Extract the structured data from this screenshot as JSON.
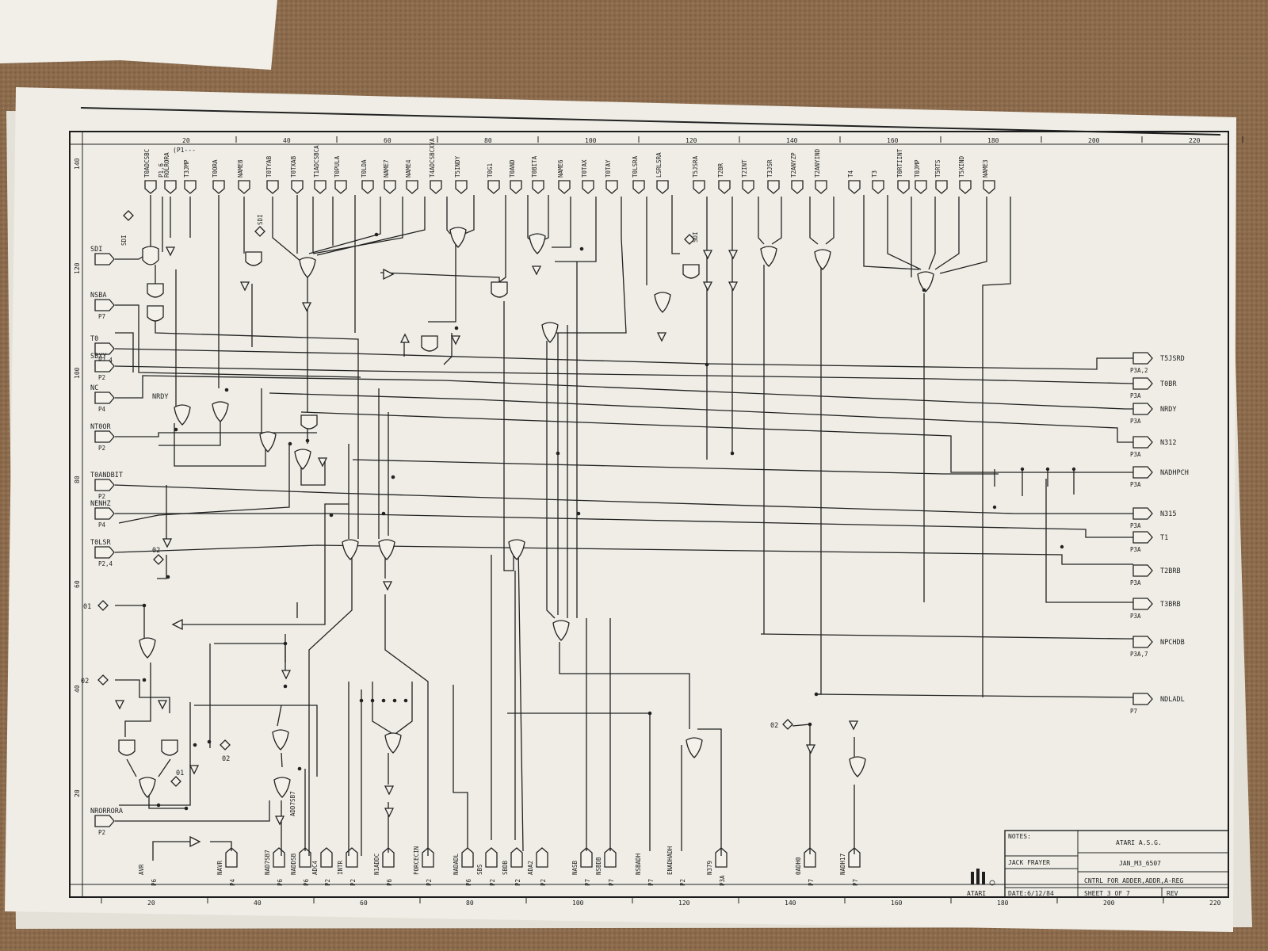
{
  "ruler": {
    "top_cursor": "(P1---",
    "top_labels": [
      "20",
      "40",
      "60",
      "80",
      "100",
      "120",
      "140",
      "160",
      "180",
      "200",
      "220"
    ],
    "bottom_labels": [
      "20",
      "40",
      "60",
      "80",
      "100",
      "120",
      "140",
      "160",
      "180",
      "200",
      "220"
    ],
    "left_labels": [
      "140",
      "120",
      "100",
      "80",
      "60",
      "40",
      "20"
    ]
  },
  "top_inputs": [
    "T0ADCSBC",
    "ROLRORA",
    "T3JMP",
    "T0ORA",
    "NAME8",
    "T0TYAB",
    "T0TXAB",
    "T1ADCSBCA",
    "T0PULA",
    "T0LDA",
    "NAME7",
    "NAME4",
    "T4ADCSBCXYA",
    "T5INDY",
    "T0G1",
    "T0AND",
    "T0BITA",
    "NAME6",
    "T0TAX",
    "T0TAY",
    "T0LSRA",
    "LSRLSRA",
    "T5JSRA",
    "T2BR",
    "T2INT",
    "T3JSR",
    "T2ANYZP",
    "T2ANYIND",
    "T4",
    "T3",
    "T0RTIINT",
    "T0JMP",
    "T5RTS",
    "T5XIND",
    "NAME3"
  ],
  "top_input_refs": {
    "T0ADCSBC": "P1,6"
  },
  "left_inputs": [
    {
      "name": "SDI",
      "ref": ""
    },
    {
      "name": "NSBA",
      "ref": "P7"
    },
    {
      "name": "T0",
      "ref": "P2,4"
    },
    {
      "name": "SBXY",
      "ref": "P2"
    },
    {
      "name": "NC",
      "ref": "P4"
    },
    {
      "name": "NT0OR",
      "ref": "P2"
    },
    {
      "name": "T0ANDBIT",
      "ref": "P2"
    },
    {
      "name": "NENHZ",
      "ref": "P4"
    },
    {
      "name": "T0LSR",
      "ref": "P2,4"
    },
    {
      "name": "NRORRORA",
      "ref": "P2"
    }
  ],
  "internal_labels": [
    "NRDY",
    "SDI",
    "SDI",
    "SDI",
    "02",
    "01",
    "02",
    "02",
    "01",
    "02"
  ],
  "right_outputs": [
    {
      "name": "T5JSRD",
      "ref": "P3A,2"
    },
    {
      "name": "T0BR",
      "ref": "P3A"
    },
    {
      "name": "NRDY",
      "ref": "P3A"
    },
    {
      "name": "N312",
      "ref": "P3A"
    },
    {
      "name": "NADHPCH",
      "ref": "P3A"
    },
    {
      "name": "N315",
      "ref": "P3A"
    },
    {
      "name": "T1",
      "ref": "P3A"
    },
    {
      "name": "T2BRB",
      "ref": "P3A"
    },
    {
      "name": "T3BRB",
      "ref": "P3A"
    },
    {
      "name": "NPCHDB",
      "ref": "P3A,7"
    },
    {
      "name": "NDLADL",
      "ref": "P7"
    }
  ],
  "bottom_outputs": [
    {
      "name": "AVR",
      "ref": "P6"
    },
    {
      "name": "NAVR",
      "ref": "P4"
    },
    {
      "name": "NAD7SB7",
      "ref": "P6"
    },
    {
      "name": "NADDSB",
      "ref": "P6"
    },
    {
      "name": "ADD7SB7",
      "ref": ""
    },
    {
      "name": "ADC4",
      "ref": "P2"
    },
    {
      "name": "INTR",
      "ref": "P2"
    },
    {
      "name": "N1ADDC",
      "ref": "P6"
    },
    {
      "name": "FORCECIN",
      "ref": "P2"
    },
    {
      "name": "NADADL",
      "ref": "P6"
    },
    {
      "name": "SBS",
      "ref": "P2"
    },
    {
      "name": "SBDB",
      "ref": "P2"
    },
    {
      "name": "ADA2",
      "ref": "P2"
    },
    {
      "name": "NASB",
      "ref": "P7"
    },
    {
      "name": "NSBDB",
      "ref": "P7"
    },
    {
      "name": "NSBADH",
      "ref": "P7"
    },
    {
      "name": "ENADHADH",
      "ref": "P2"
    },
    {
      "name": "N379",
      "ref": "P3A"
    },
    {
      "name": "0ADH0",
      "ref": "P7"
    },
    {
      "name": "NADH17",
      "ref": "P7"
    }
  ],
  "title_block": {
    "notes_label": "NOTES:",
    "company": "ATARI  A.S.G.",
    "drawn_by": "JACK FRAYER",
    "project": "JAN_M3_6507",
    "date": "DATE:6/12/84",
    "title": "CNTRL FOR ADDER,ADDR,A-REG",
    "sheet": "SHEET  3 OF 7",
    "rev": "REV",
    "logo_text": "ATARI"
  }
}
